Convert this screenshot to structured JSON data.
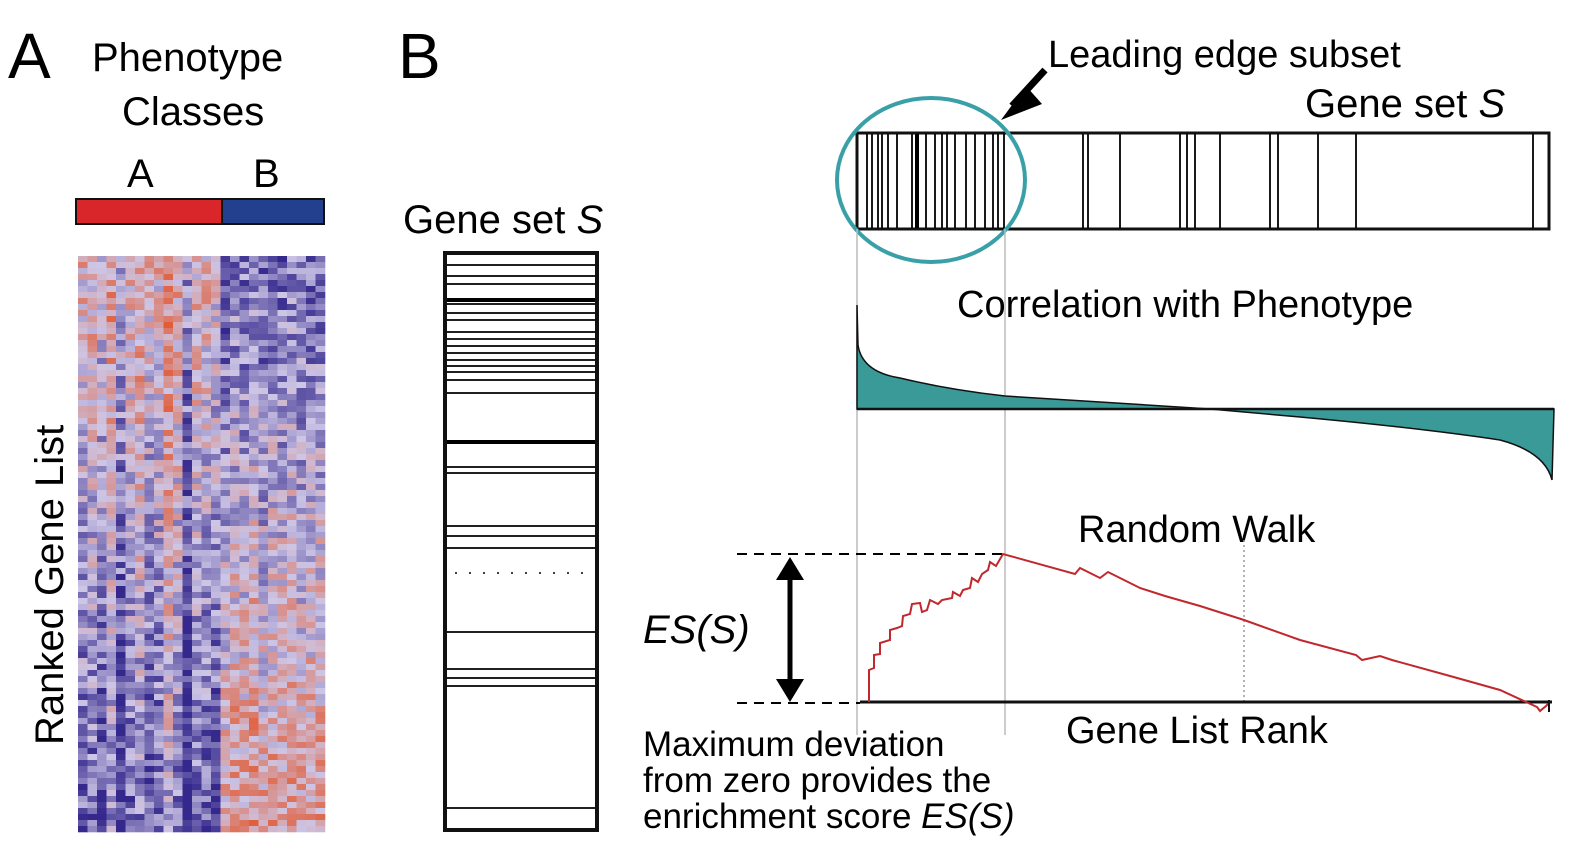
{
  "panel_a": {
    "letter": "A",
    "title_line1": "Phenotype",
    "title_line2": "Classes",
    "class_a": "A",
    "class_b": "B",
    "ylabel": "Ranked Gene List",
    "colors": {
      "class_a": "#d8262b",
      "class_b": "#23408e",
      "high": "#e0572f",
      "low": "#3a2d8f"
    }
  },
  "panel_b": {
    "letter": "B",
    "gene_set_prefix": "Gene set ",
    "gene_set_symbol": "S",
    "leading_edge_label": "Leading edge subset",
    "correlation_label": "Correlation with Phenotype",
    "random_walk_label": "Random Walk",
    "es_label": "ES(S)",
    "rank_label": "Gene List Rank",
    "caption_line1": "Maximum deviation",
    "caption_line2": "from zero provides the",
    "caption_line3_prefix": "enrichment score ",
    "caption_line3_symbol": "ES(S)",
    "colors": {
      "teal": "#3a9a98",
      "circle": "#3aa0a8",
      "walk": "#c0282d"
    }
  }
}
